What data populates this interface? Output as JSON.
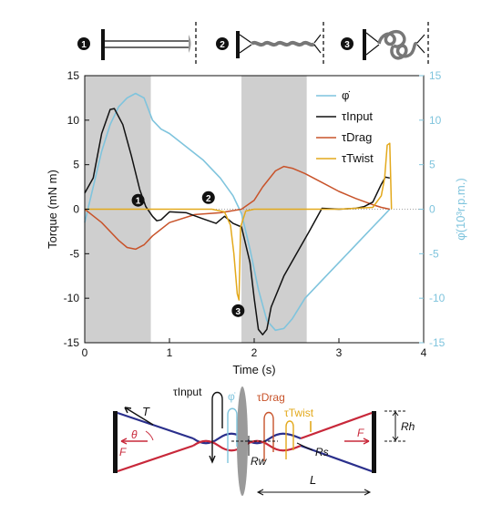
{
  "colors": {
    "input": "#111111",
    "drag": "#c8532a",
    "twist": "#e3a91c",
    "phi": "#7fc4dd",
    "shade": "#cfcfcf",
    "blue": "#2a2f8c",
    "red": "#c8283a"
  },
  "top_panel": {
    "markers": [
      "1",
      "2",
      "3"
    ]
  },
  "diagram": {
    "labels": {
      "tau_input": "τInput",
      "phi_dot": "φ̇",
      "tau_drag": "τDrag",
      "tau_twist": "τTwist",
      "T": "T",
      "theta": "θ",
      "F_left": "F",
      "F_right": "F",
      "Rh": "Rh",
      "Rw": "Rw",
      "Rs": "Rs",
      "L": "L"
    }
  },
  "chart_data": {
    "type": "line",
    "xlabel": "Time (s)",
    "ylabel": "Torque (mN m)",
    "y2label": "φ̇(10³r.p.m.)",
    "xlim": [
      0,
      4
    ],
    "ylim": [
      -15,
      15
    ],
    "y2lim": [
      -15,
      15
    ],
    "xticks": [
      "0",
      "1",
      "2",
      "3",
      "4"
    ],
    "yticks": [
      "15",
      "10",
      "5",
      "0",
      "-5",
      "-10",
      "-15"
    ],
    "y2ticks": [
      "15",
      "10",
      "5",
      "0",
      "-5",
      "-10",
      "-15"
    ],
    "shaded_regions": [
      [
        0,
        0.78
      ],
      [
        1.85,
        2.62
      ]
    ],
    "markers": [
      {
        "label": "1",
        "x": 0.63,
        "y": 1.0
      },
      {
        "label": "2",
        "x": 1.46,
        "y": 1.3
      },
      {
        "label": "3",
        "x": 1.81,
        "y": -11.4
      }
    ],
    "legend": {
      "position": "top-right",
      "entries": [
        {
          "name": "φ̇",
          "key": "phi"
        },
        {
          "name": "τInput",
          "key": "input"
        },
        {
          "name": "τDrag",
          "key": "drag"
        },
        {
          "name": "τTwist",
          "key": "twist"
        }
      ]
    },
    "series": [
      {
        "name": "τInput",
        "key": "input",
        "axis": "left",
        "x": [
          0,
          0.1,
          0.2,
          0.3,
          0.35,
          0.45,
          0.55,
          0.65,
          0.72,
          0.8,
          0.85,
          0.9,
          1.0,
          1.2,
          1.4,
          1.55,
          1.65,
          1.75,
          1.85,
          1.95,
          2.0,
          2.05,
          2.1,
          2.15,
          2.2,
          2.35,
          2.5,
          2.65,
          2.8,
          3.0,
          3.2,
          3.3,
          3.4,
          3.5,
          3.55,
          3.6
        ],
        "y": [
          1.8,
          3.5,
          8.5,
          11.2,
          11.3,
          9.5,
          6.0,
          2.2,
          0.3,
          -0.8,
          -1.3,
          -1.2,
          -0.3,
          -0.4,
          -1.1,
          -1.6,
          -0.8,
          -1.6,
          -2.0,
          -6.0,
          -10.0,
          -13.5,
          -14.1,
          -13.5,
          -11.0,
          -7.5,
          -5.0,
          -2.5,
          0.1,
          0.0,
          0.1,
          0.3,
          0.8,
          2.8,
          3.6,
          3.5
        ]
      },
      {
        "name": "τDrag",
        "key": "drag",
        "axis": "left",
        "x": [
          0,
          0.2,
          0.4,
          0.5,
          0.6,
          0.7,
          0.8,
          1.0,
          1.3,
          1.6,
          1.85,
          2.0,
          2.1,
          2.25,
          2.35,
          2.45,
          2.6,
          2.8,
          3.0,
          3.2,
          3.4,
          3.5,
          3.6
        ],
        "y": [
          0,
          -1.5,
          -3.5,
          -4.3,
          -4.5,
          -4.0,
          -3.0,
          -1.5,
          -0.6,
          -0.4,
          0.0,
          1.0,
          2.5,
          4.3,
          4.8,
          4.6,
          4.0,
          3.0,
          2.0,
          1.2,
          0.5,
          0.2,
          0.0
        ]
      },
      {
        "name": "τTwist",
        "key": "twist",
        "axis": "left",
        "x": [
          0,
          1.0,
          1.5,
          1.65,
          1.72,
          1.76,
          1.8,
          1.82,
          1.84,
          1.9,
          2.0,
          3.0,
          3.4,
          3.5,
          3.54,
          3.57,
          3.6,
          3.62
        ],
        "y": [
          0,
          0,
          0,
          -0.3,
          -1.8,
          -5.0,
          -9.5,
          -10.2,
          -2.0,
          -0.2,
          0,
          0,
          0.2,
          1.5,
          3.5,
          7.2,
          7.4,
          0
        ]
      },
      {
        "name": "φ̇",
        "key": "phi",
        "axis": "right",
        "x": [
          0,
          0.1,
          0.2,
          0.3,
          0.4,
          0.5,
          0.6,
          0.7,
          0.8,
          0.9,
          1.0,
          1.2,
          1.4,
          1.6,
          1.75,
          1.85,
          1.95,
          2.05,
          2.15,
          2.25,
          2.35,
          2.45,
          2.6,
          2.8,
          3.0,
          3.2,
          3.4,
          3.5,
          3.6
        ],
        "y": [
          -1.5,
          2.5,
          6.5,
          9.5,
          11.5,
          12.5,
          13.0,
          12.5,
          10.0,
          9.0,
          8.5,
          7.0,
          5.5,
          3.5,
          1.5,
          -0.5,
          -4.5,
          -9.0,
          -12.5,
          -13.6,
          -13.4,
          -12.3,
          -10.0,
          -8.0,
          -6.0,
          -4.0,
          -2.0,
          -1.0,
          0.0
        ]
      }
    ]
  }
}
